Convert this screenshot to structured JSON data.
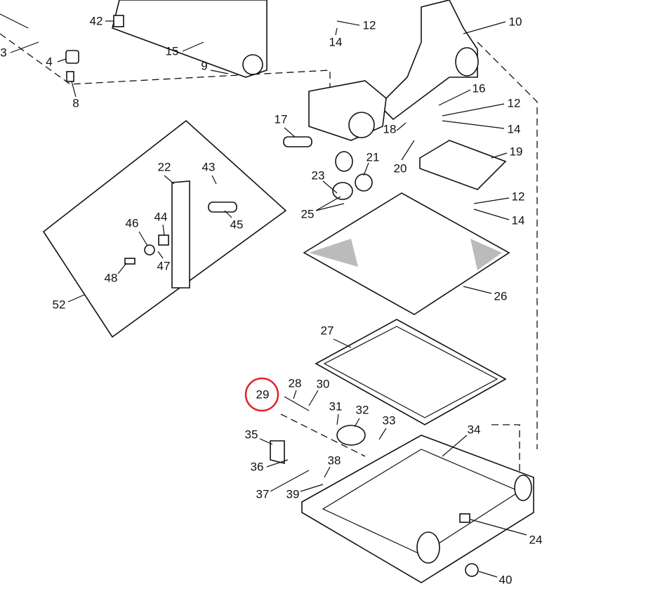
{
  "diagram": {
    "highlight_color": "#e0262b",
    "highlighted_part": "29",
    "labels": [
      "3",
      "42",
      "4",
      "8",
      "15",
      "9",
      "12",
      "14",
      "10",
      "16",
      "12",
      "14",
      "17",
      "18",
      "19",
      "20",
      "21",
      "22",
      "43",
      "23",
      "12",
      "25",
      "14",
      "44",
      "46",
      "45",
      "47",
      "48",
      "26",
      "52",
      "27",
      "28",
      "30",
      "29",
      "31",
      "32",
      "33",
      "35",
      "34",
      "38",
      "36",
      "37",
      "39",
      "24",
      "40"
    ]
  }
}
